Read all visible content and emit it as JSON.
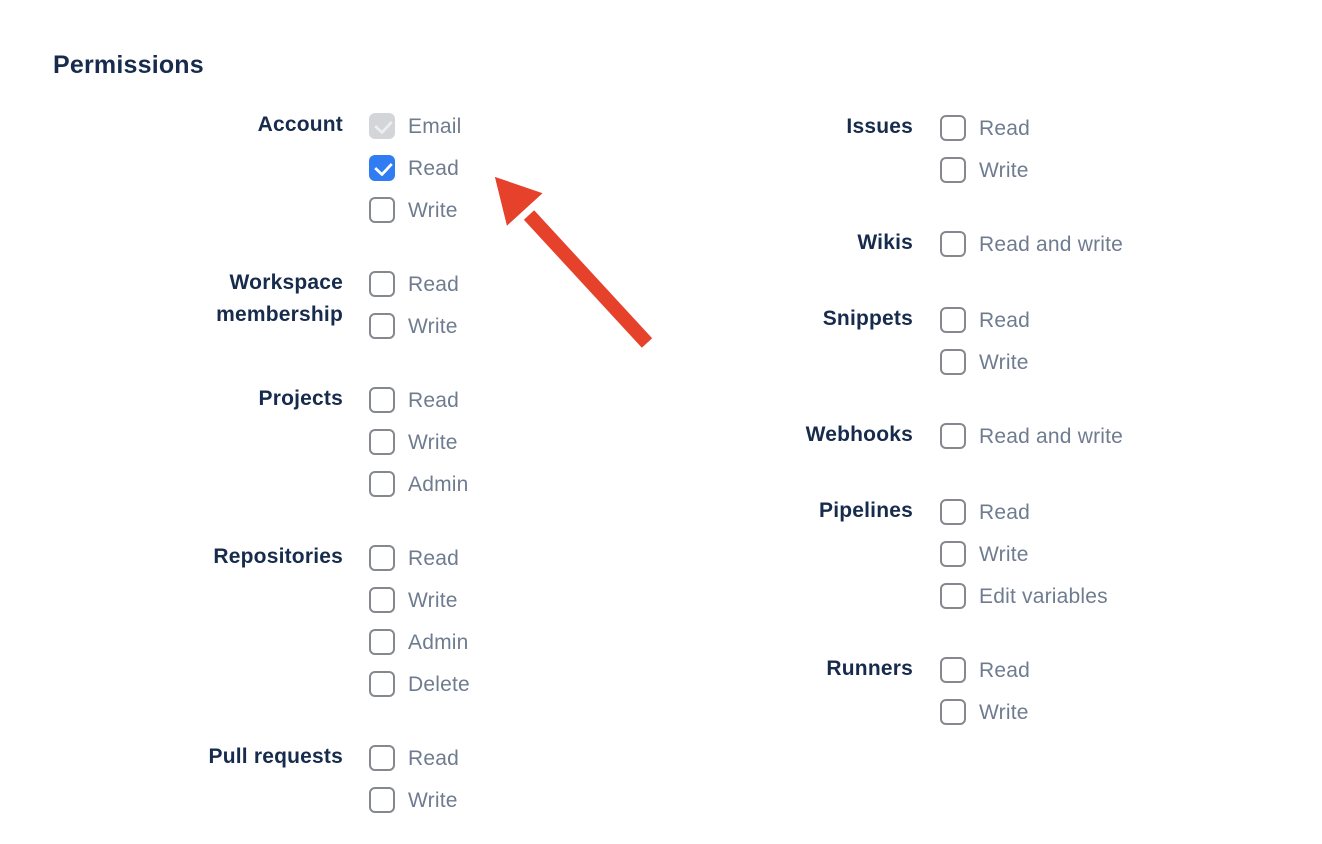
{
  "page": {
    "title": "Permissions"
  },
  "colors": {
    "heading_text": "#172B4D",
    "group_label_text": "#172B4D",
    "option_label_text": "#6F7C90",
    "checkbox_border": "#85888D",
    "checkbox_checked_bg": "#2F7CF3",
    "checkbox_disabled_bg": "#D3D5D8",
    "arrow_red": "#E5412B"
  },
  "columns": [
    {
      "groups": [
        {
          "label": "Account",
          "options": [
            {
              "label": "Email",
              "checked": true,
              "disabled": true
            },
            {
              "label": "Read",
              "checked": true,
              "disabled": false
            },
            {
              "label": "Write",
              "checked": false,
              "disabled": false
            }
          ]
        },
        {
          "label": "Workspace membership",
          "options": [
            {
              "label": "Read",
              "checked": false,
              "disabled": false
            },
            {
              "label": "Write",
              "checked": false,
              "disabled": false
            }
          ]
        },
        {
          "label": "Projects",
          "options": [
            {
              "label": "Read",
              "checked": false,
              "disabled": false
            },
            {
              "label": "Write",
              "checked": false,
              "disabled": false
            },
            {
              "label": "Admin",
              "checked": false,
              "disabled": false
            }
          ]
        },
        {
          "label": "Repositories",
          "options": [
            {
              "label": "Read",
              "checked": false,
              "disabled": false
            },
            {
              "label": "Write",
              "checked": false,
              "disabled": false
            },
            {
              "label": "Admin",
              "checked": false,
              "disabled": false
            },
            {
              "label": "Delete",
              "checked": false,
              "disabled": false
            }
          ]
        },
        {
          "label": "Pull requests",
          "options": [
            {
              "label": "Read",
              "checked": false,
              "disabled": false
            },
            {
              "label": "Write",
              "checked": false,
              "disabled": false
            }
          ]
        }
      ]
    },
    {
      "groups": [
        {
          "label": "Issues",
          "options": [
            {
              "label": "Read",
              "checked": false,
              "disabled": false
            },
            {
              "label": "Write",
              "checked": false,
              "disabled": false
            }
          ]
        },
        {
          "label": "Wikis",
          "options": [
            {
              "label": "Read and write",
              "checked": false,
              "disabled": false
            }
          ]
        },
        {
          "label": "Snippets",
          "options": [
            {
              "label": "Read",
              "checked": false,
              "disabled": false
            },
            {
              "label": "Write",
              "checked": false,
              "disabled": false
            }
          ]
        },
        {
          "label": "Webhooks",
          "options": [
            {
              "label": "Read and write",
              "checked": false,
              "disabled": false
            }
          ]
        },
        {
          "label": "Pipelines",
          "options": [
            {
              "label": "Read",
              "checked": false,
              "disabled": false
            },
            {
              "label": "Write",
              "checked": false,
              "disabled": false
            },
            {
              "label": "Edit variables",
              "checked": false,
              "disabled": false
            }
          ]
        },
        {
          "label": "Runners",
          "options": [
            {
              "label": "Read",
              "checked": false,
              "disabled": false
            },
            {
              "label": "Write",
              "checked": false,
              "disabled": false
            }
          ]
        }
      ]
    }
  ],
  "annotation": {
    "type": "arrow",
    "color": "#E5412B",
    "points_to": "Account Read checkbox"
  }
}
